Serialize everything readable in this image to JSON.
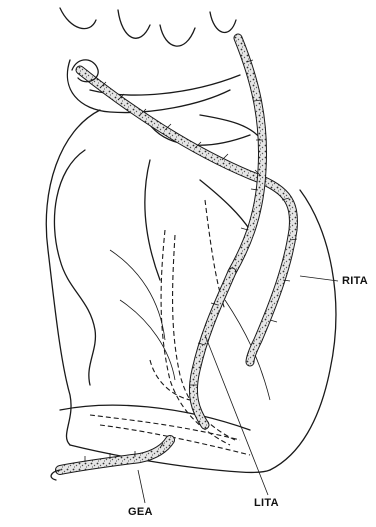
{
  "labels": {
    "rita": "RITA",
    "lita": "LITA",
    "gea": "GEA"
  },
  "colors": {
    "ink": "#1a1a1a",
    "graft_fill": "#d9d9d9",
    "background": "#ffffff"
  },
  "icons": [
    "heart-outline",
    "rita-graft",
    "lita-graft",
    "gea-graft"
  ]
}
